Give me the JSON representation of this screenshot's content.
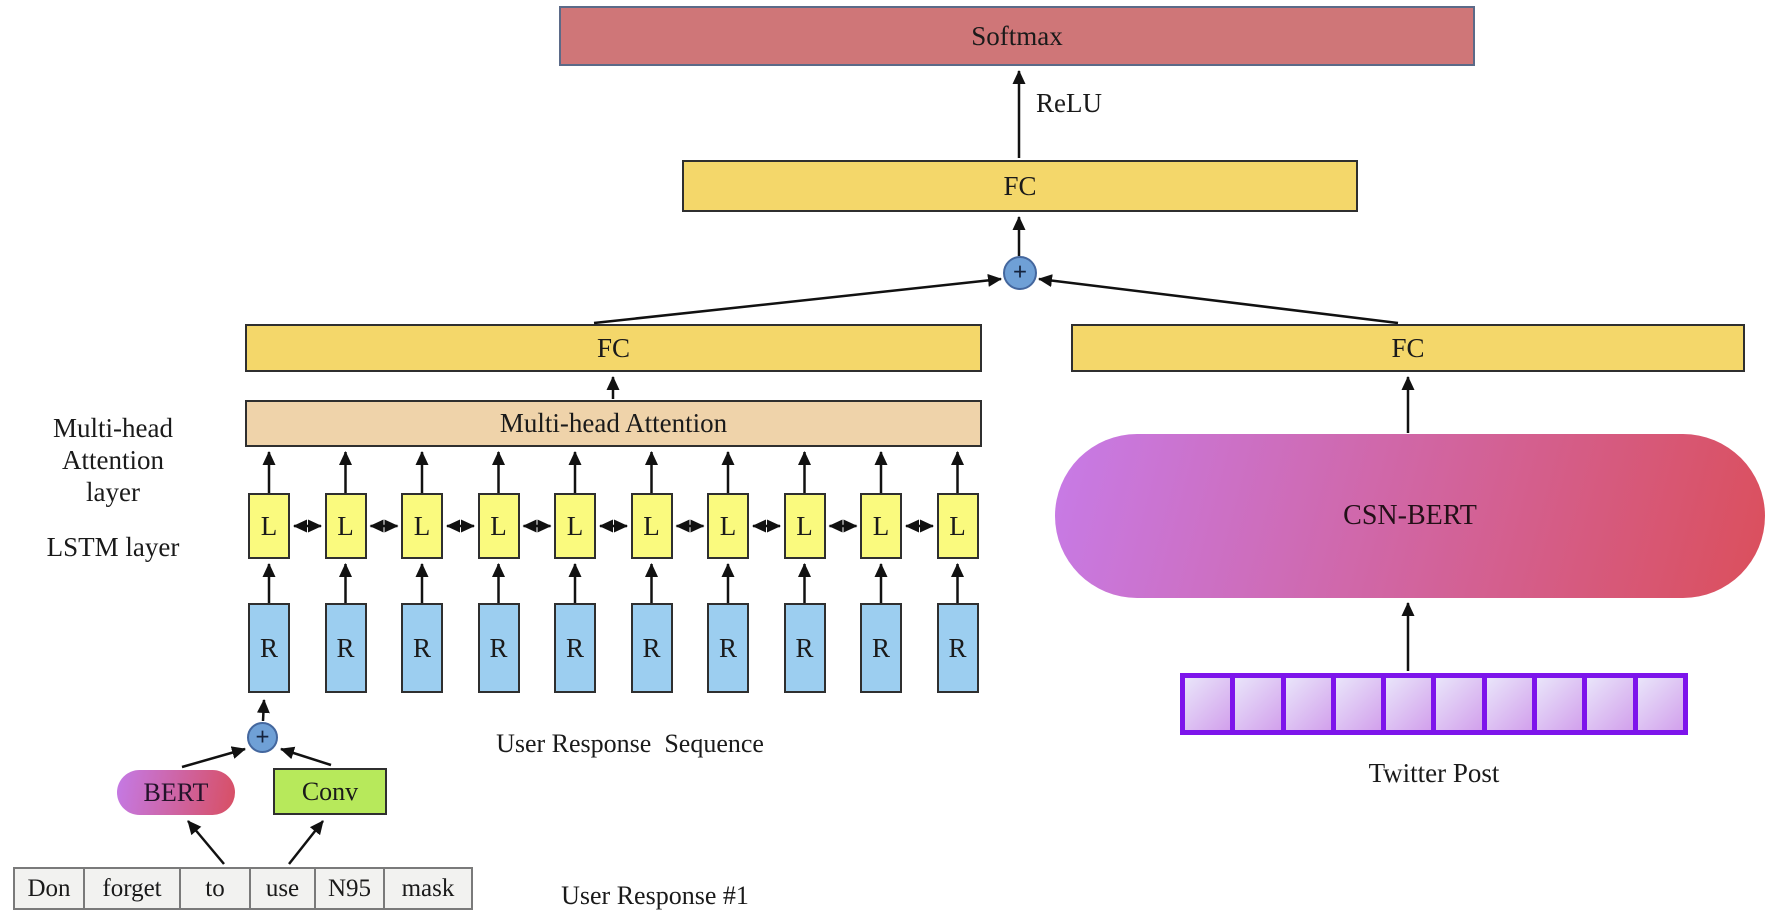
{
  "diagram": {
    "softmax_label": "Softmax",
    "relu_label": "ReLU",
    "fc_top_label": "FC",
    "fc_left_label": "FC",
    "fc_right_label": "FC",
    "mha_label": "Multi-head Attention",
    "mha_side_line1": "Multi-head Attention",
    "mha_side_line2": "layer",
    "lstm_side_label": "LSTM layer",
    "lstm_unit_label": "L",
    "lstm_unit_count": 10,
    "response_unit_label": "R",
    "response_unit_count": 10,
    "plus_label": "+",
    "bert_label": "BERT",
    "conv_label": "Conv",
    "tokens": [
      "Don",
      "forget",
      "to",
      "use",
      "N95",
      "mask"
    ],
    "user_response_sequence_label": "User Response  Sequence",
    "user_response_1_label": "User Response #1",
    "csn_bert_label": "CSN-BERT",
    "twitter_cell_count": 10,
    "twitter_post_label": "Twitter Post"
  },
  "colors": {
    "softmax_fill": "#CF7678",
    "softmax_border": "#5B6A88",
    "fc_fill": "#F4D76A",
    "mha_fill": "#EFD3AA",
    "lstm_fill": "#FAFA7E",
    "resp_fill": "#9CCEF0",
    "plus_fill": "#6FA0D6",
    "bert_gradient_start": "#C47AE6",
    "bert_gradient_end": "#D84F63",
    "conv_fill": "#B7E95B",
    "token_fill": "#F2F2F0",
    "csn_gradient_start": "#C77BE8",
    "csn_gradient_end": "#DB4F5B",
    "twitter_border": "#7D14EB",
    "arrow": "#111111"
  }
}
